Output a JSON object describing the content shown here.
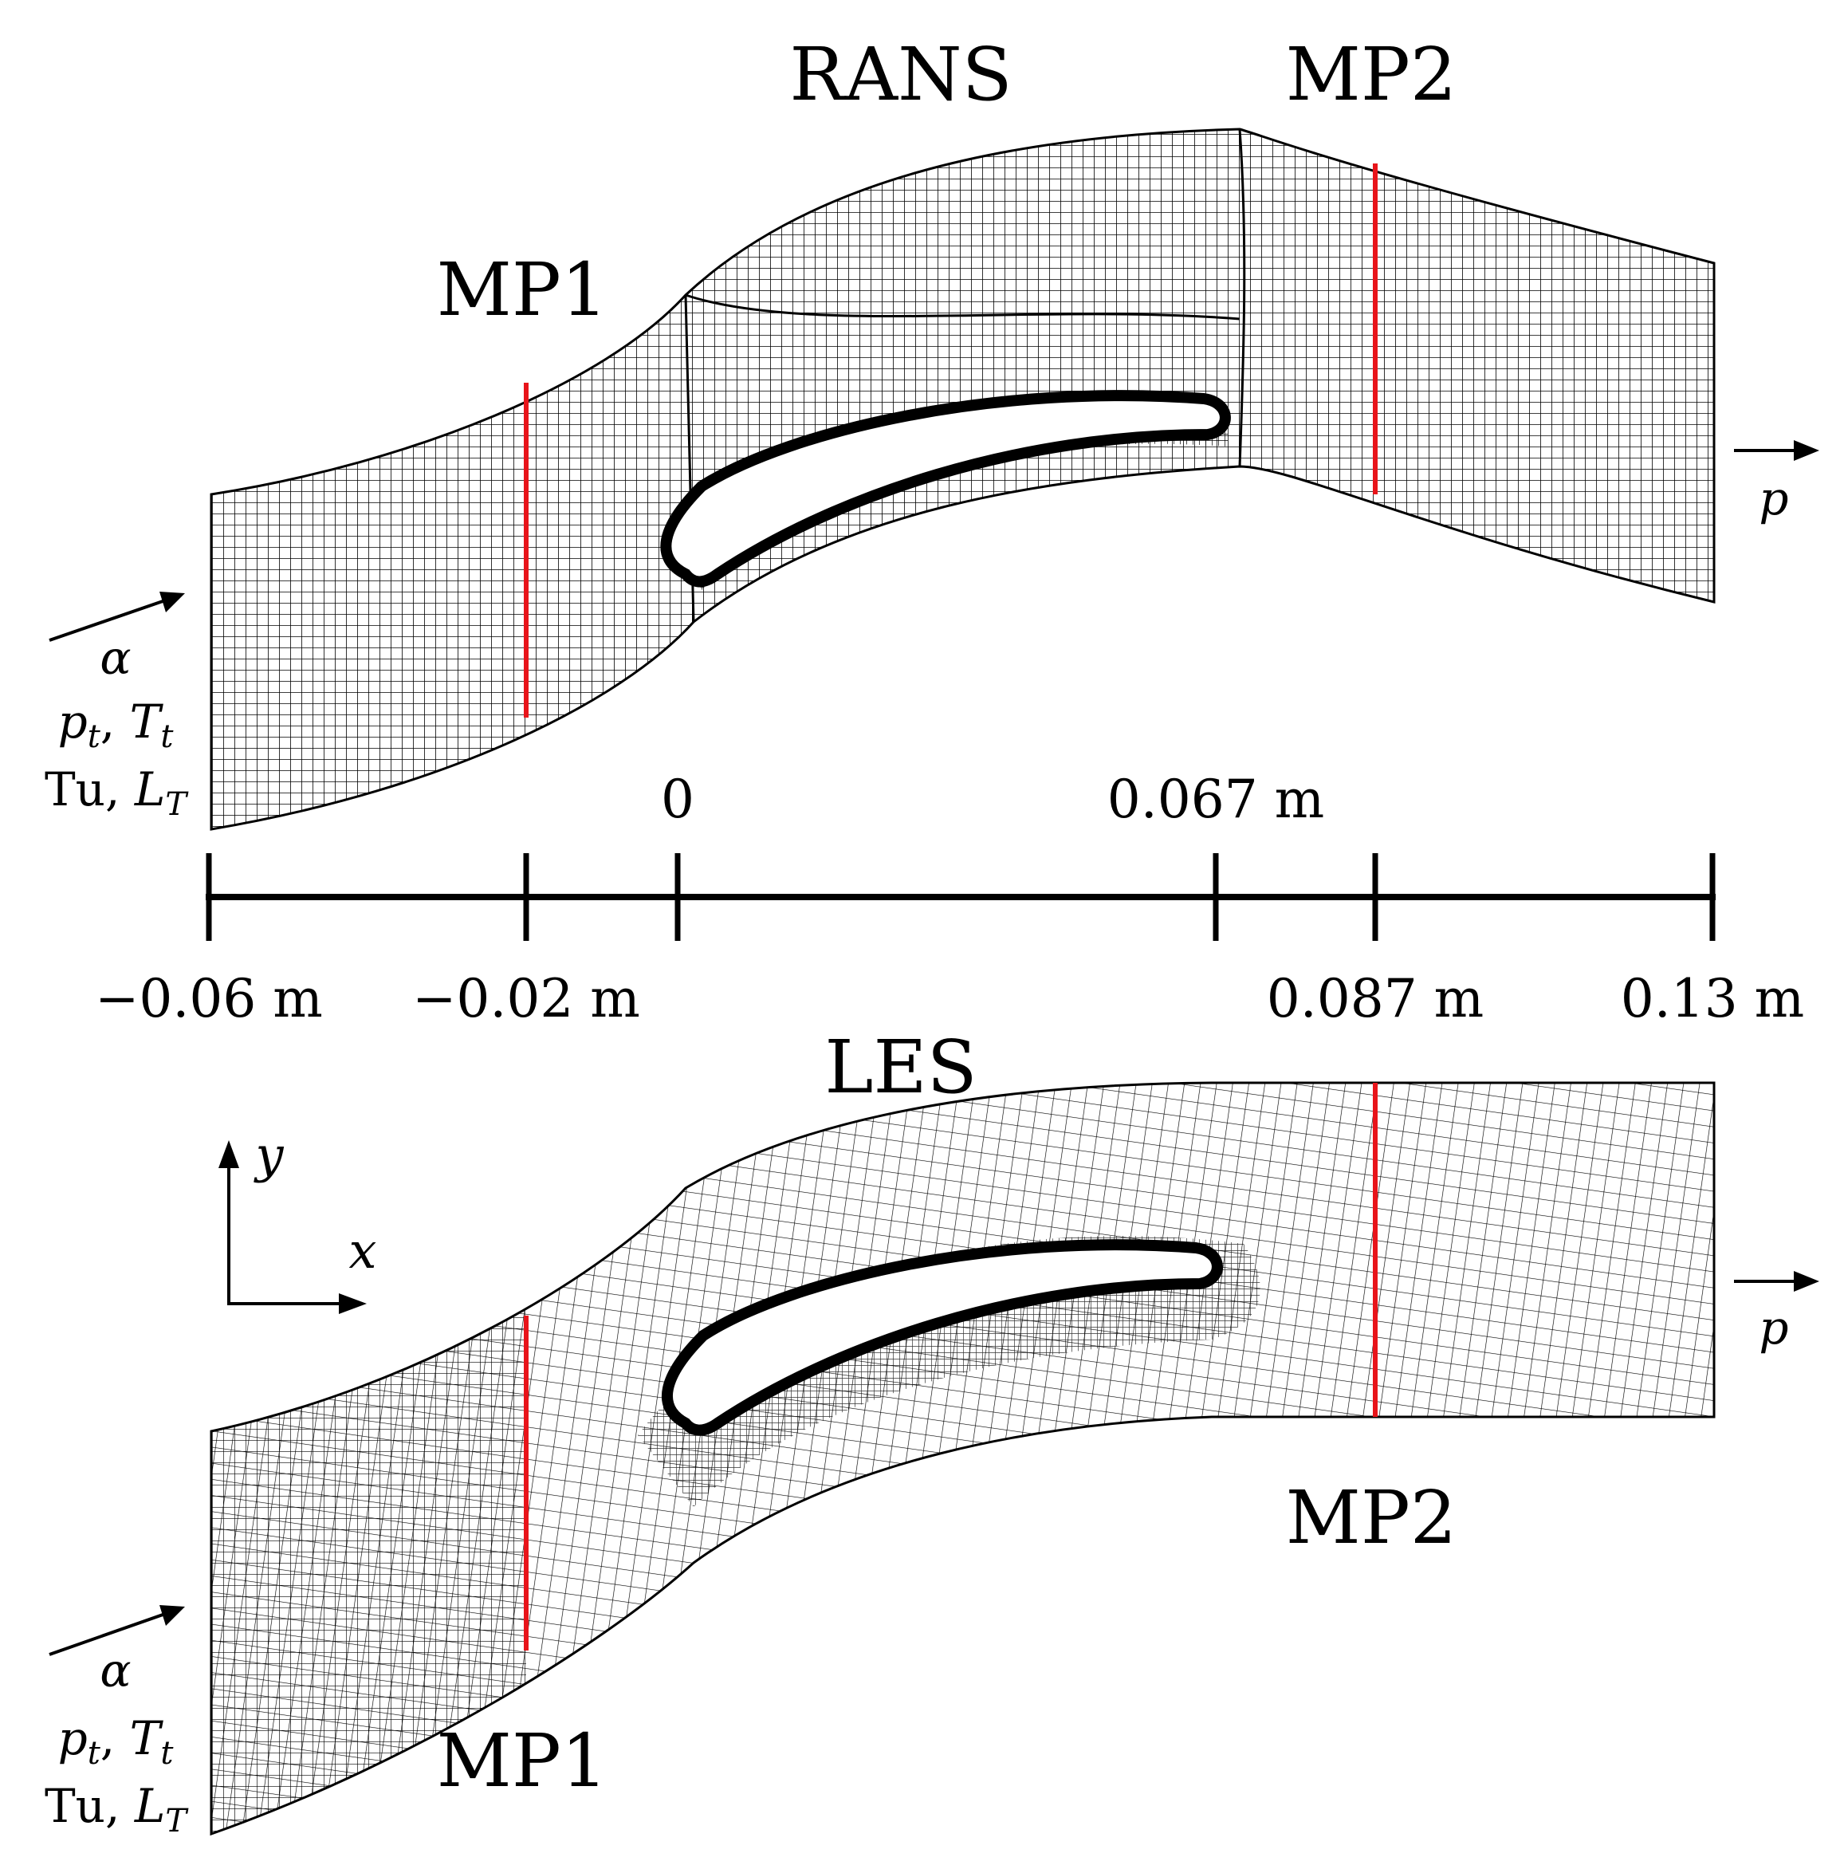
{
  "panels": {
    "rans": {
      "title": "RANS",
      "probe_upstream": "MP1",
      "probe_downstream": "MP2",
      "inlet_labels": [
        "α",
        "p",
        "t",
        ", ",
        "T",
        "t",
        "Tu, ",
        "L",
        "T"
      ],
      "outlet_label": "p"
    },
    "les": {
      "title": "LES",
      "probe_upstream": "MP1",
      "probe_downstream": "MP2",
      "outlet_label": "p"
    }
  },
  "inlet": {
    "alpha": "α",
    "pt": "p",
    "pt_sub": "t",
    "comma": ",",
    "Tt": "T",
    "Tt_sub": "t",
    "tu": "Tu,",
    "LT": "L",
    "LT_sub": "T"
  },
  "scale": {
    "ticks_below": [
      "−0.06 m",
      "−0.02 m",
      "0.087 m",
      "0.13 m"
    ],
    "ticks_above": [
      "0",
      "0.067 m"
    ]
  },
  "axes_icon": {
    "x": "x",
    "y": "y"
  },
  "colors": {
    "probe": "#e8141a",
    "mesh": "#000000",
    "background": "#ffffff"
  }
}
